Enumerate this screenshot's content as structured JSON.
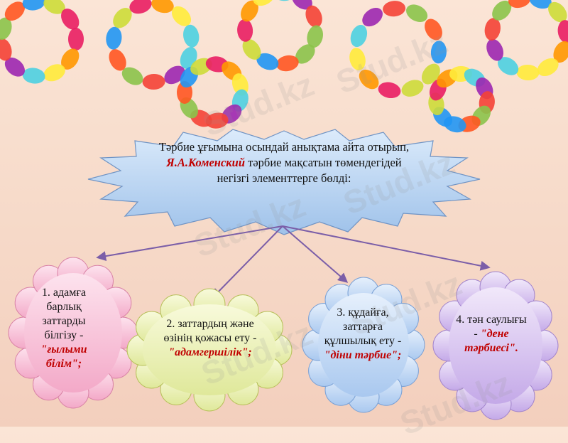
{
  "slide": {
    "definition": {
      "before": "Тәрбие ұғымына осындай анықтама айта отырып,",
      "author": "Я.А.Коменский",
      "after": "тәрбие мақсатын төмендегідей негізгі элементтерге бөлді:"
    },
    "items": [
      {
        "text": "1. адамға барлық заттарды білгізу -",
        "emphasis": "\"ғылыми білім\";"
      },
      {
        "text": "2. заттардың және өзінің қожасы ету -",
        "emphasis": "\"адамгершілік\";"
      },
      {
        "text": "3. құдайға, заттарға құлшылық ету -",
        "emphasis": "\"діни тәрбие\";"
      },
      {
        "text": "4. тән саулығы -",
        "emphasis": "\"дене тәрбиесі\"."
      }
    ],
    "watermark": "Stud.kz"
  },
  "colors": {
    "star_fill": "#b8d3f0",
    "accent_red": "#c00000",
    "arrow": "#7b5ea8",
    "cloud_pink": "#f7c9dc",
    "cloud_yellow": "#eef2b6",
    "cloud_blue": "#c7dcf6",
    "cloud_purple": "#dccbf0"
  }
}
